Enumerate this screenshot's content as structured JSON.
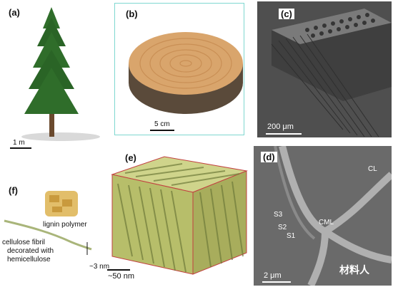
{
  "panels": {
    "a": {
      "label": "(a)",
      "scale": "1 m"
    },
    "b": {
      "label": "(b)",
      "scale": "5 cm"
    },
    "c": {
      "label": "(c)",
      "scale": "200 μm"
    },
    "d": {
      "label": "(d)",
      "scale": "2 μm",
      "tags": {
        "cl": "CL",
        "cml": "CML",
        "s3": "S3",
        "s2": "S2",
        "s1": "S1"
      }
    },
    "e": {
      "label": "(e)",
      "scale": "~50 nm"
    },
    "f": {
      "label": "(f)",
      "lignin": "lignin polymer",
      "fibril_line1": "cellulose fibril",
      "fibril_line2": "decorated with",
      "fibril_line3": "hemicellulose",
      "size": "~3 nm"
    }
  },
  "watermark": {
    "text": "材料人"
  },
  "colors": {
    "frame": "#7fd7d0",
    "tree": "#2f6d2a",
    "wood": "#d9a56c",
    "bark": "#5a4a3a",
    "sem": "#555555",
    "fibril": "#b9c470"
  }
}
